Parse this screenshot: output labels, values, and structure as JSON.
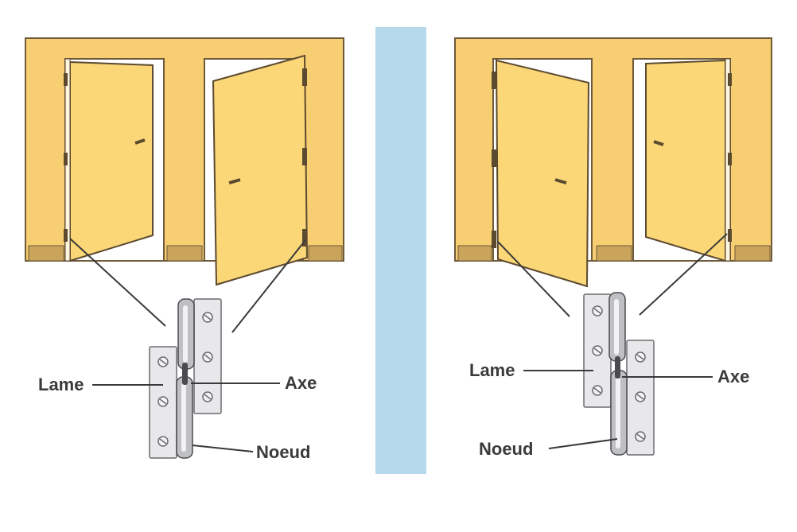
{
  "colors": {
    "wall": "#f7cf72",
    "wall_edge": "#6e5a3a",
    "door": "#fbd777",
    "door_edge": "#5c4a30",
    "baseboard": "#c9a45a",
    "divider": "#b7d9ec",
    "hinge_plate": "#e8e8ea",
    "hinge_edge": "#6b6b70",
    "hinge_pin": "#4a4a4f",
    "leader": "#3a3a3a",
    "label_text": "#3a3a3a"
  },
  "icons": {
    "door": "door-icon",
    "hinge": "hinge-icon",
    "screw": "screw-icon"
  },
  "left_panel": {
    "labels": {
      "lame": "Lame",
      "axe": "Axe",
      "noeud": "Noeud"
    }
  },
  "right_panel": {
    "labels": {
      "lame": "Lame",
      "axe": "Axe",
      "noeud": "Noeud"
    }
  }
}
